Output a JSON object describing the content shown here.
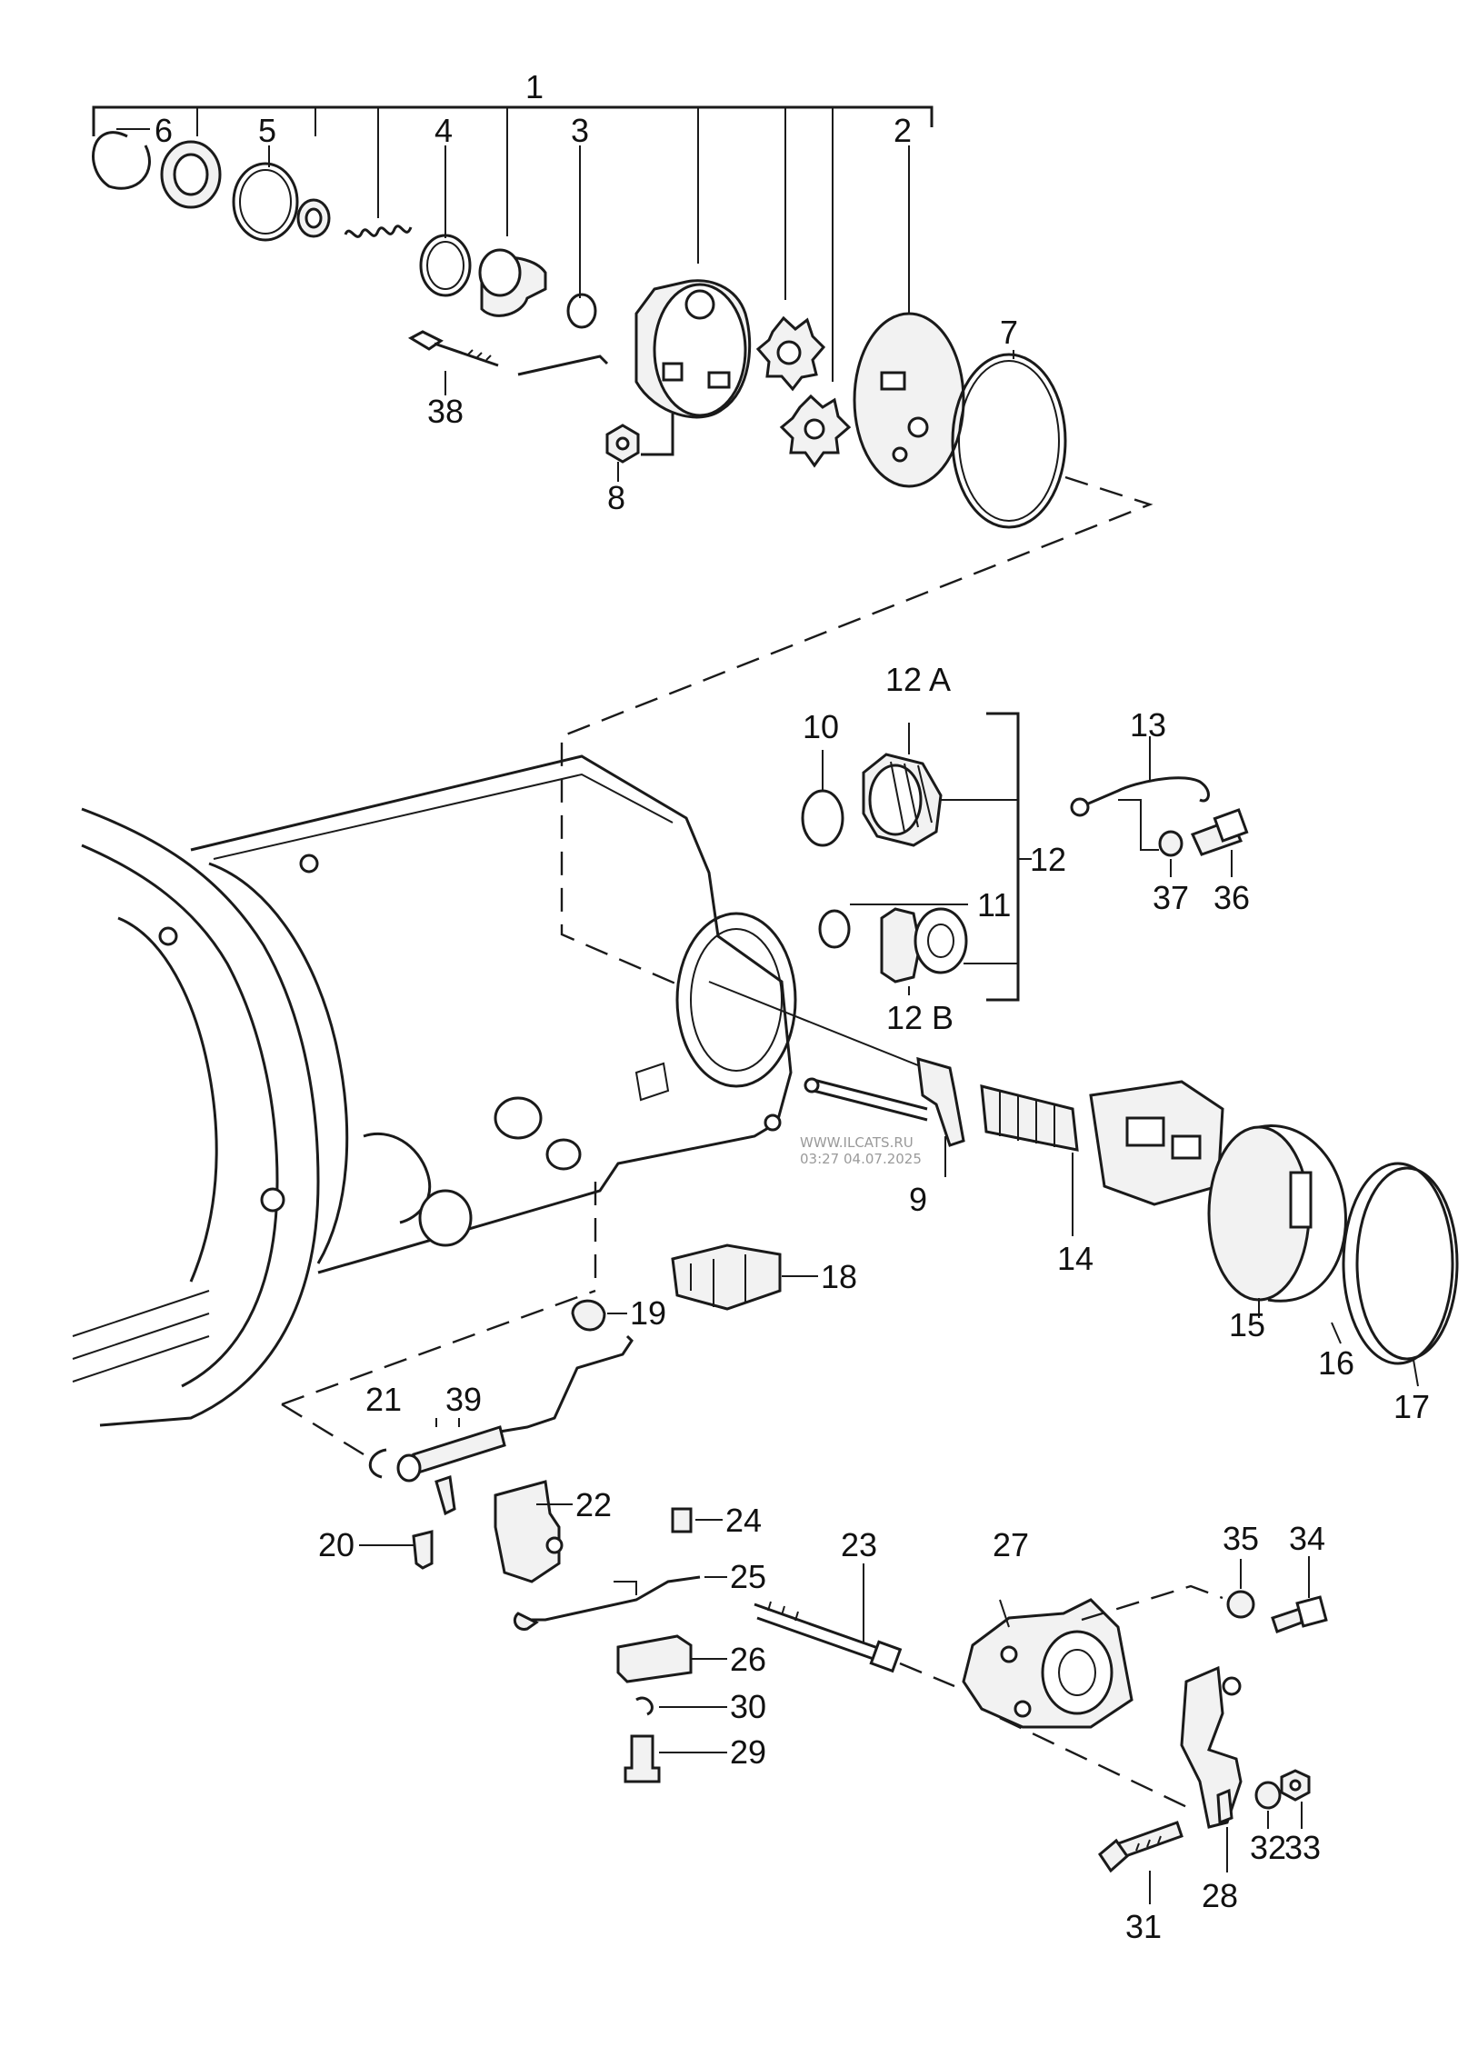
{
  "callouts": [
    {
      "id": "1",
      "label": "1"
    },
    {
      "id": "2",
      "label": "2"
    },
    {
      "id": "3",
      "label": "3"
    },
    {
      "id": "4",
      "label": "4"
    },
    {
      "id": "5",
      "label": "5"
    },
    {
      "id": "6",
      "label": "6"
    },
    {
      "id": "7",
      "label": "7"
    },
    {
      "id": "8",
      "label": "8"
    },
    {
      "id": "9",
      "label": "9"
    },
    {
      "id": "10",
      "label": "10"
    },
    {
      "id": "11",
      "label": "11"
    },
    {
      "id": "12",
      "label": "12"
    },
    {
      "id": "12A",
      "label": "12 A"
    },
    {
      "id": "12B",
      "label": "12 B"
    },
    {
      "id": "13",
      "label": "13"
    },
    {
      "id": "14",
      "label": "14"
    },
    {
      "id": "15",
      "label": "15"
    },
    {
      "id": "16",
      "label": "16"
    },
    {
      "id": "17",
      "label": "17"
    },
    {
      "id": "18",
      "label": "18"
    },
    {
      "id": "19",
      "label": "19"
    },
    {
      "id": "20",
      "label": "20"
    },
    {
      "id": "21",
      "label": "21"
    },
    {
      "id": "22",
      "label": "22"
    },
    {
      "id": "23",
      "label": "23"
    },
    {
      "id": "24",
      "label": "24"
    },
    {
      "id": "25",
      "label": "25"
    },
    {
      "id": "26",
      "label": "26"
    },
    {
      "id": "27",
      "label": "27"
    },
    {
      "id": "28",
      "label": "28"
    },
    {
      "id": "29",
      "label": "29"
    },
    {
      "id": "30",
      "label": "30"
    },
    {
      "id": "31",
      "label": "31"
    },
    {
      "id": "32",
      "label": "32"
    },
    {
      "id": "33",
      "label": "33"
    },
    {
      "id": "34",
      "label": "34"
    },
    {
      "id": "35",
      "label": "35"
    },
    {
      "id": "36",
      "label": "36"
    },
    {
      "id": "37",
      "label": "37"
    },
    {
      "id": "38",
      "label": "38"
    },
    {
      "id": "39",
      "label": "39"
    }
  ],
  "watermark": {
    "site": "WWW.ILCATS.RU",
    "timestamp": "03:27 04.07.2025"
  }
}
